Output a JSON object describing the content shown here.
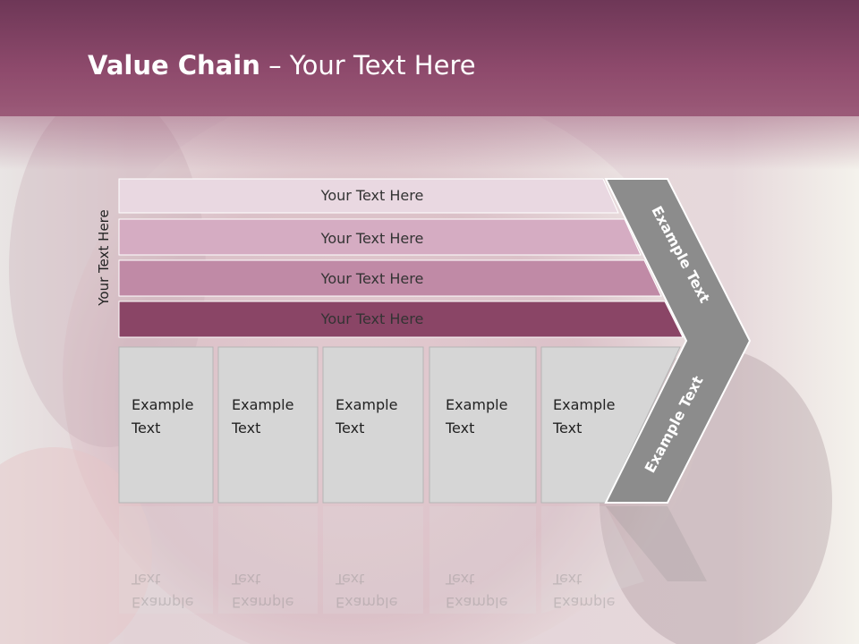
{
  "slide": {
    "title_bold": "Value Chain",
    "title_rest": " – Your Text Here",
    "vertical_label": "Your Text Here"
  },
  "bands": [
    {
      "label": "Your Text Here",
      "color": "#e9d8e1"
    },
    {
      "label": "Your Text Here",
      "color": "#d5acc2"
    },
    {
      "label": "Your Text Here",
      "color": "#c08aa6"
    },
    {
      "label": "Your Text Here",
      "color": "#8a4566"
    }
  ],
  "boxes": [
    {
      "line1": "Example",
      "line2": "Text"
    },
    {
      "line1": "Example",
      "line2": "Text"
    },
    {
      "line1": "Example",
      "line2": "Text"
    },
    {
      "line1": "Example",
      "line2": "Text"
    },
    {
      "line1": "Example",
      "line2": "Text"
    }
  ],
  "chevron": {
    "upper_label": "Example Text",
    "lower_label": "Example Text",
    "color": "#8c8c8c"
  }
}
